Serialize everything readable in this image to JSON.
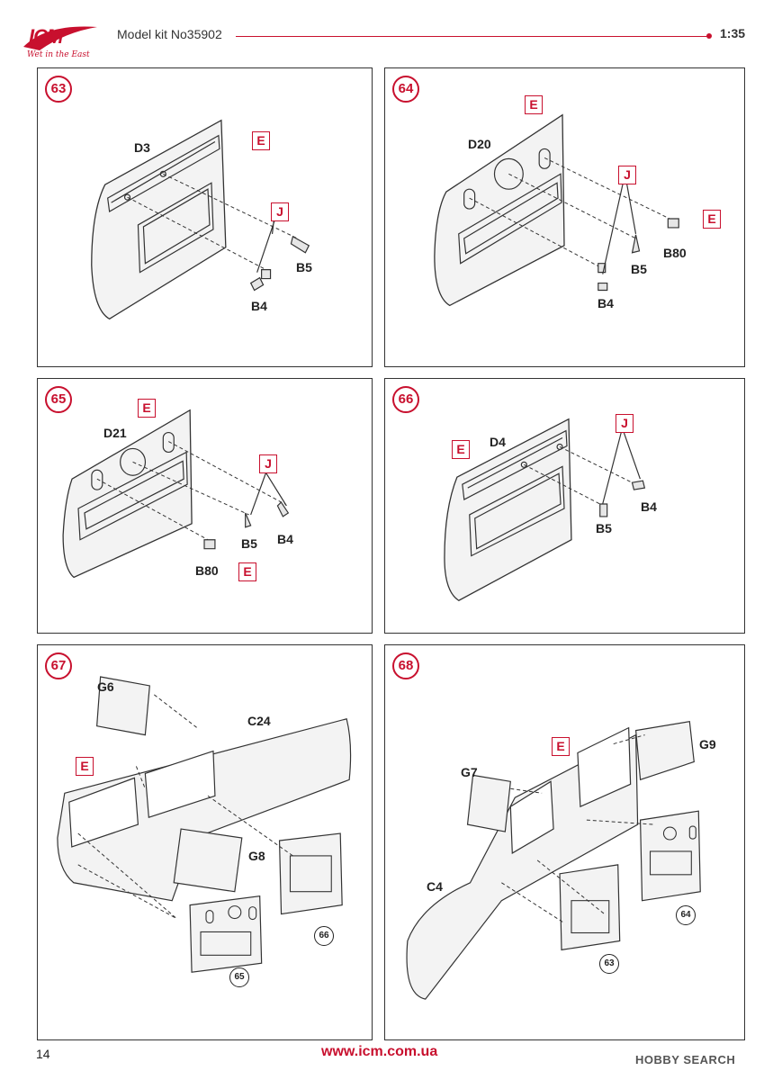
{
  "header": {
    "brand": "ICM",
    "tagline": "Wet in the East",
    "kit_title": "Model kit No35902",
    "scale": "1:35"
  },
  "steps": [
    {
      "number": "63",
      "parts": [
        "D3",
        "B5",
        "B4"
      ],
      "paint": [
        "E",
        "J"
      ]
    },
    {
      "number": "64",
      "parts": [
        "D20",
        "B80",
        "B5",
        "B4"
      ],
      "paint": [
        "E",
        "J",
        "E"
      ]
    },
    {
      "number": "65",
      "parts": [
        "D21",
        "B5",
        "B4",
        "B80"
      ],
      "paint": [
        "E",
        "J",
        "E"
      ]
    },
    {
      "number": "66",
      "parts": [
        "D4",
        "B4",
        "B5"
      ],
      "paint": [
        "E",
        "J"
      ]
    },
    {
      "number": "67",
      "parts": [
        "G6",
        "C24",
        "G8"
      ],
      "paint": [
        "E"
      ],
      "refs": [
        "66",
        "65"
      ]
    },
    {
      "number": "68",
      "parts": [
        "G9",
        "G7",
        "C4"
      ],
      "paint": [
        "E"
      ],
      "refs": [
        "64",
        "63"
      ]
    }
  ],
  "footer": {
    "page_number": "14",
    "url": "www.icm.com.ua",
    "watermark": "HOBBY SEARCH"
  },
  "colors": {
    "accent": "#c8102e",
    "line": "#333333"
  }
}
